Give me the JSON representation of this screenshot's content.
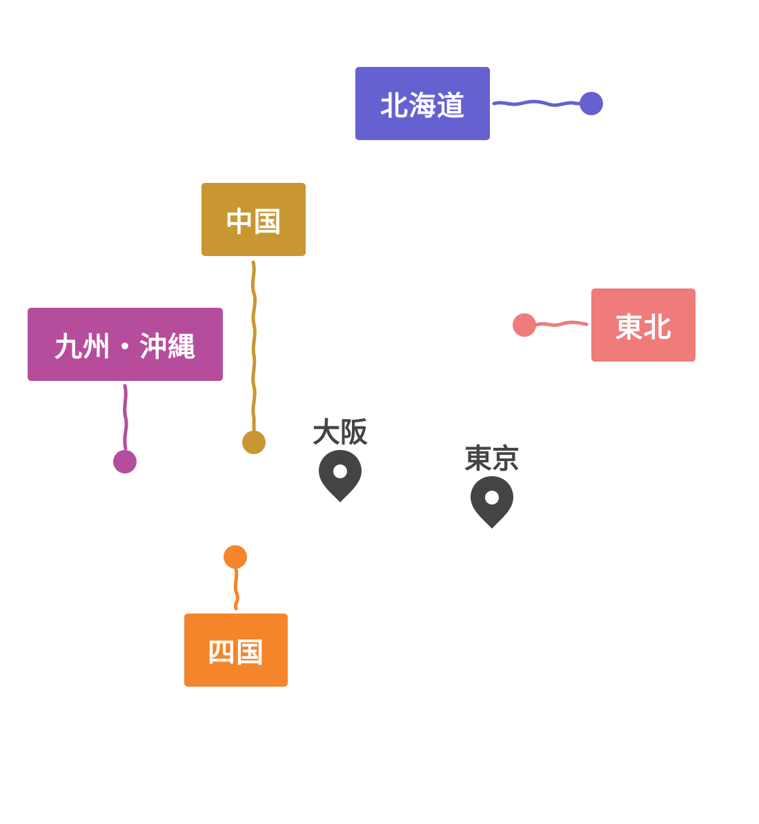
{
  "regions": {
    "hokkaido": {
      "label": "北海道",
      "color": "#6561d1"
    },
    "chugoku": {
      "label": "中国",
      "color": "#c89732"
    },
    "tohoku": {
      "label": "東北",
      "color": "#ef7b7b"
    },
    "kyushu": {
      "label": "九州・沖縄",
      "color": "#b54d9c"
    },
    "shikoku": {
      "label": "四国",
      "color": "#f5852b"
    }
  },
  "cities": {
    "osaka": {
      "name": "大阪",
      "icon": "map-pin-icon",
      "color": "#444444"
    },
    "tokyo": {
      "name": "東京",
      "icon": "map-pin-icon",
      "color": "#444444"
    }
  }
}
